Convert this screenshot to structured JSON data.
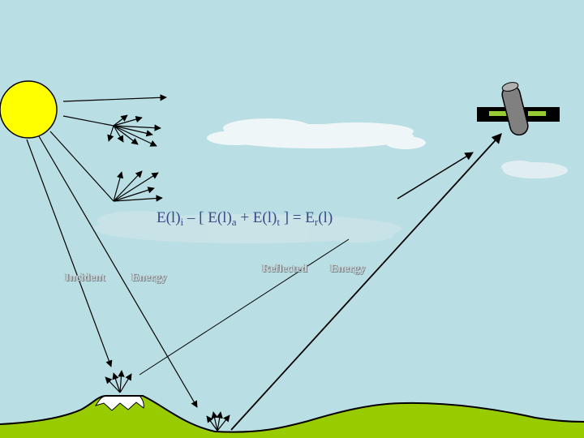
{
  "equation": {
    "e1": "E(l)",
    "s1": "i",
    "m1": " – [ E(l)",
    "s2": "a",
    "m2": " +  E(l)",
    "s3": "t",
    "m3": " ]  = E",
    "s4": "r",
    "m4": "(l)"
  },
  "labels": {
    "incident": "Incident",
    "energy_1": "Energy",
    "reflected": "Reflected",
    "energy_2": "Energy"
  },
  "colors": {
    "background": "#b9dfe5",
    "sun": "#ffff00",
    "ground": "#99cc00",
    "equation_text": "#3b4a86",
    "satellite_panel": "#000000",
    "satellite_strip": "#99cc33"
  },
  "icons": [
    "sun-icon",
    "satellite-icon",
    "cloud-icon",
    "mountain-icon"
  ]
}
